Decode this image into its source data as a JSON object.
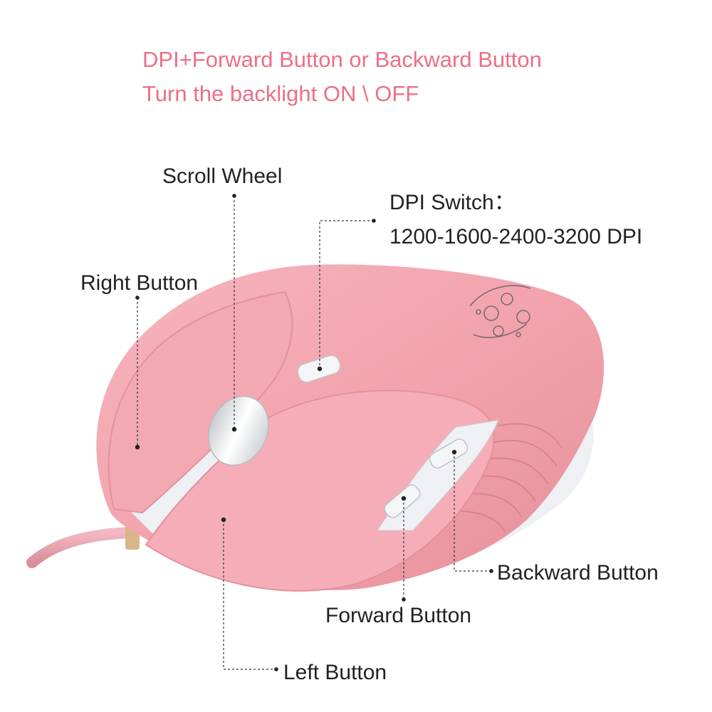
{
  "header": {
    "line1": "DPI+Forward Button or Backward Button",
    "line2": "Turn the backlight ON \\ OFF"
  },
  "labels": {
    "scroll_wheel": "Scroll Wheel",
    "dpi_switch_title": "DPI Switch：",
    "dpi_switch_levels": "1200-1600-2400-3200 DPI",
    "right_button": "Right Button",
    "backward_button": "Backward Button",
    "forward_button": "Forward Button",
    "left_button": "Left Button"
  },
  "colors": {
    "header_text": "#ec6f86",
    "label_text": "#222222",
    "mouse_body": "#f2a3ad",
    "mouse_trim": "#eef0f3"
  }
}
